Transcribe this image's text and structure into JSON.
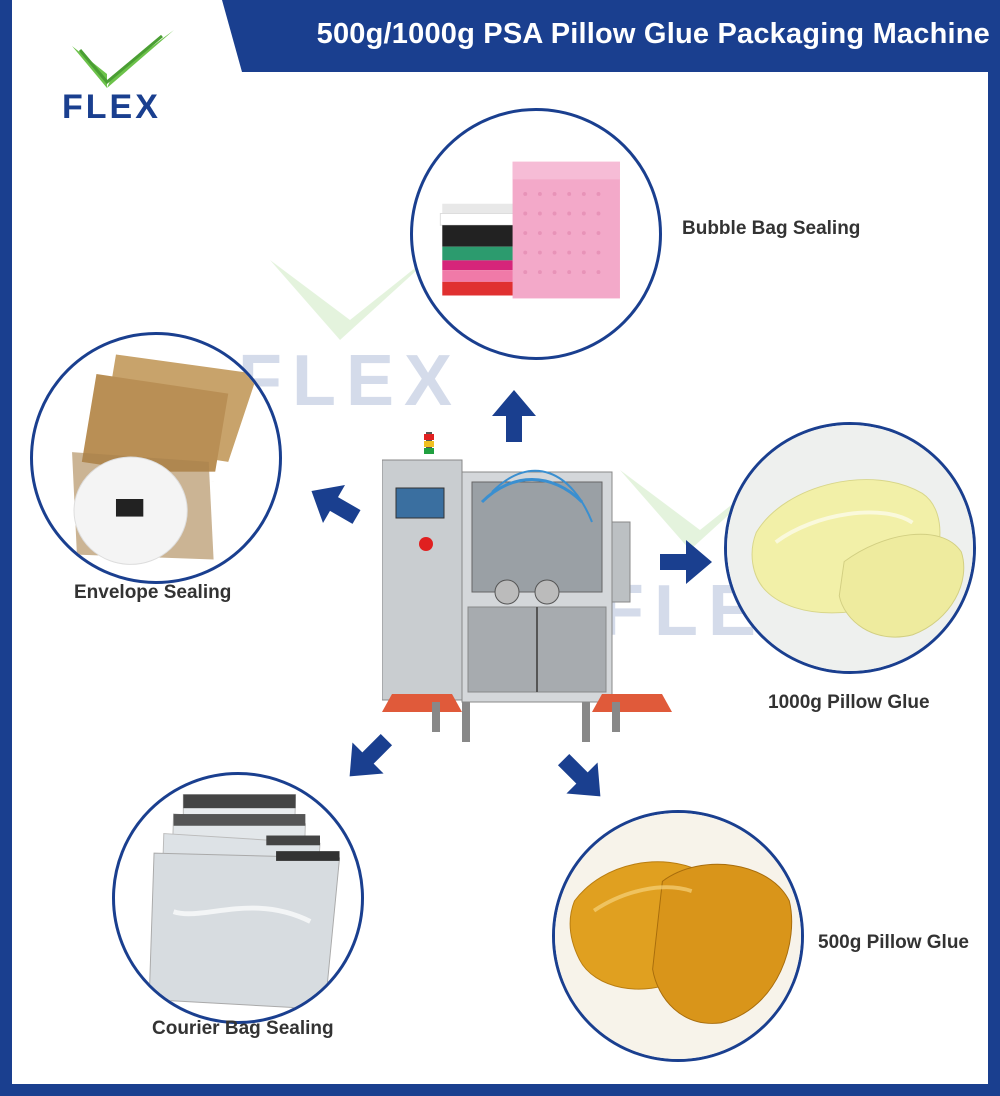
{
  "header": {
    "title": "500g/1000g PSA Pillow Glue Packaging Machine"
  },
  "logo": {
    "text": "FLEX",
    "colors": {
      "check_green": "#6cc24a",
      "check_blue": "#1a3f8f",
      "text": "#1a3f8f"
    }
  },
  "watermark": {
    "text": "FLEX"
  },
  "applications": {
    "bubble_bag": {
      "label": "Bubble Bag Sealing"
    },
    "envelope": {
      "label": "Envelope Sealing"
    },
    "pillow_1000g": {
      "label": "1000g Pillow Glue"
    },
    "courier_bag": {
      "label": "Courier Bag Sealing"
    },
    "pillow_500g": {
      "label": "500g Pillow Glue"
    }
  },
  "colors": {
    "accent": "#1a3f8f",
    "frame": "#1a3f8f"
  }
}
